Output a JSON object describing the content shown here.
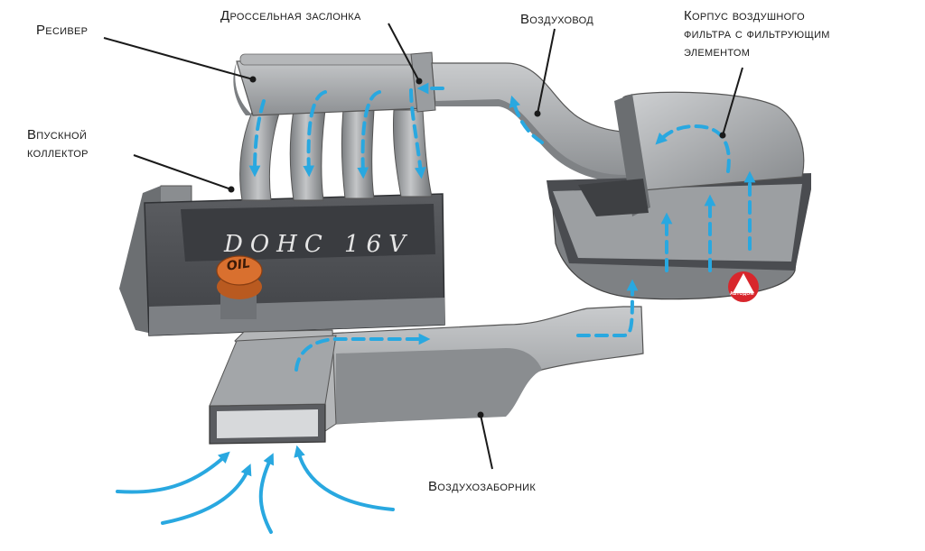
{
  "labels": {
    "receiver": "Ресивер",
    "throttle": "Дроссельная заслонка",
    "air_duct": "Воздуховод",
    "filter_housing_line1": "Корпус воздушного",
    "filter_housing_line2": "фильтра с фильтрующим",
    "filter_housing_line3": "элементом",
    "intake_manifold_line1": "Впускной",
    "intake_manifold_line2": "коллектор",
    "air_intake": "Воздухозаборник"
  },
  "engine": {
    "cover_text": "DOHC 16V",
    "oil_cap_text": "OIL"
  },
  "logo": {
    "text": "АВТОДОМ"
  },
  "colors": {
    "airflow_arrow": "#29a8e0",
    "part_gray": "#a8aaad",
    "part_dark": "#4d4f53",
    "oil_cap": "#d9702f",
    "logo_red": "#d8262c"
  }
}
